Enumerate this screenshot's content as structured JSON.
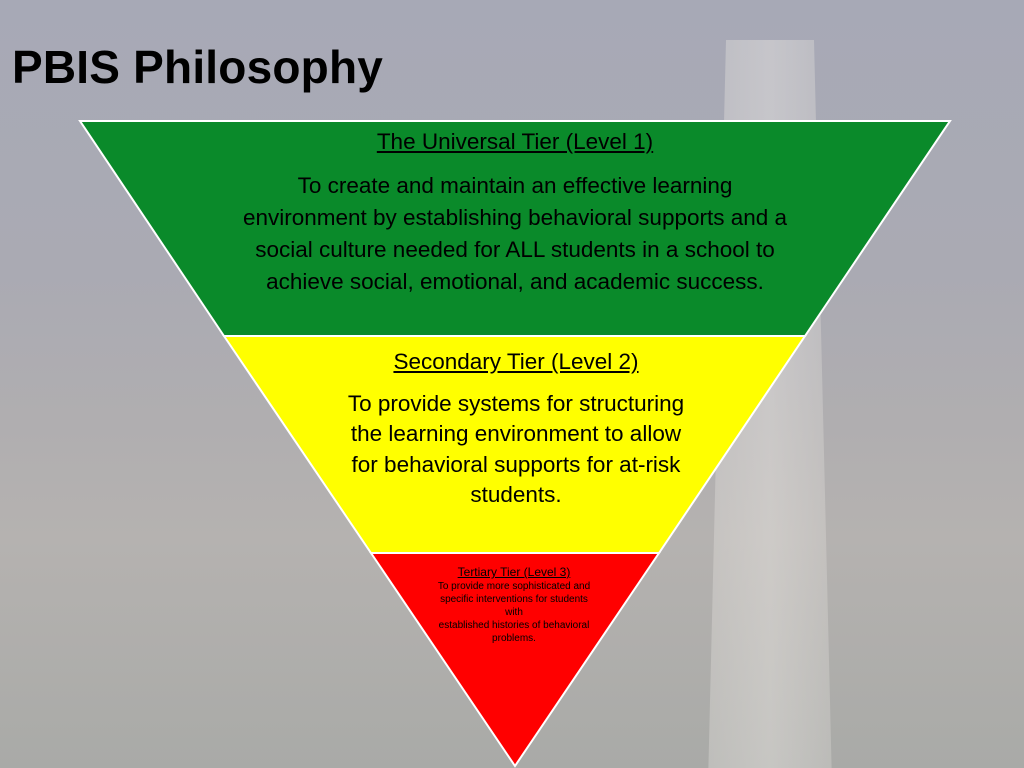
{
  "title": "PBIS Philosophy",
  "colors": {
    "tier1": "#0a8a2a",
    "tier2": "#ffff00",
    "tier3": "#ff0000",
    "outline": "#ffffff"
  },
  "tiers": [
    {
      "heading": "The Universal Tier (Level 1)",
      "text": "To create and maintain an effective learning environment by establishing behavioral supports and a social culture needed for ALL students in a school to achieve social, emotional, and academic success."
    },
    {
      "heading": "Secondary Tier (Level 2)",
      "text": "To provide systems for structuring the learning environment to allow for behavioral supports for at-risk students."
    },
    {
      "heading": "Tertiary Tier (Level 3)",
      "lines": [
        "To provide more sophisticated and",
        "specific interventions for students",
        "with",
        "established histories of behavioral",
        "problems."
      ]
    }
  ]
}
